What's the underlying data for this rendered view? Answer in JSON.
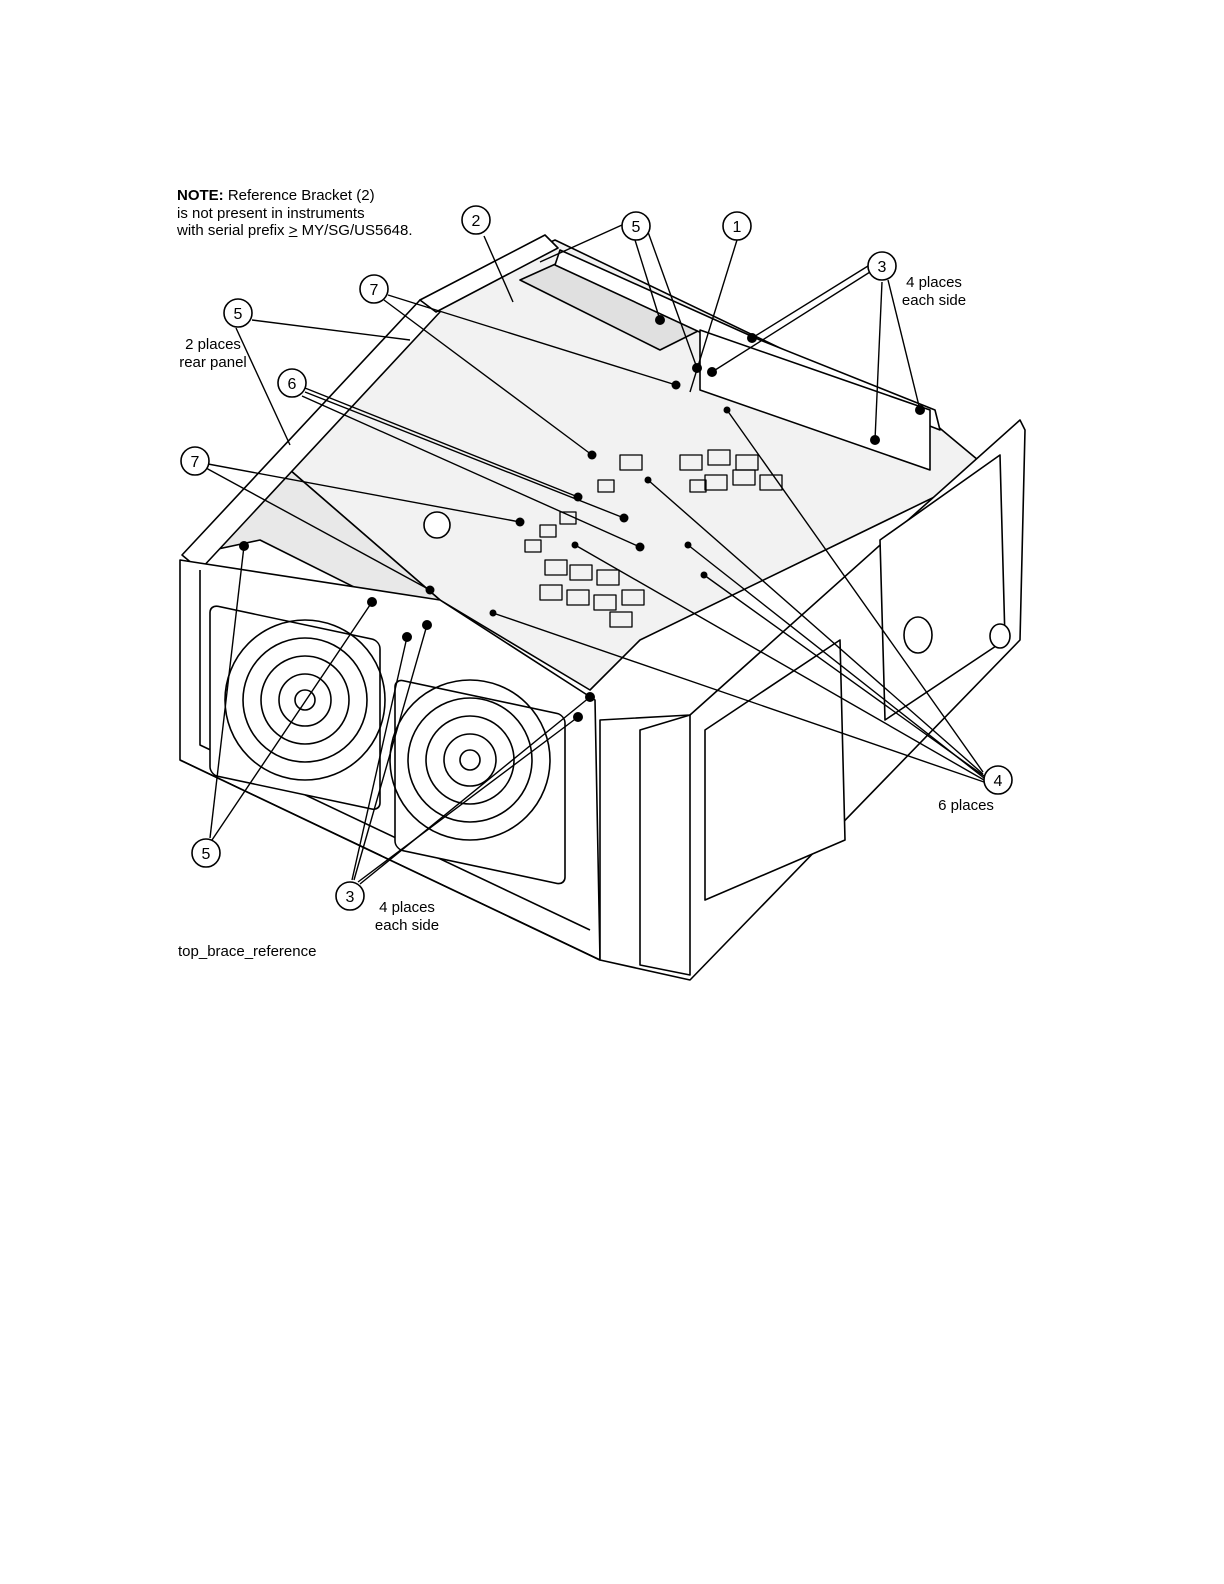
{
  "note": {
    "label": "NOTE:",
    "line1_rest": " Reference Bracket (2)",
    "line2": "is not present in instruments",
    "line3_prefix": "with serial prefix ",
    "line3_symbol": ">",
    "line3_rest": " MY/SG/US5648."
  },
  "figure_name": "top_brace_reference",
  "callouts": {
    "c1": "1",
    "c2": "2",
    "c3_top": "3",
    "c3_bottom": "3",
    "c4": "4",
    "c5_top": "5",
    "c5_left": "5",
    "c5_bottom": "5",
    "c6": "6",
    "c7_top": "7",
    "c7_left": "7"
  },
  "labels": {
    "places_4_top_1": "4 places",
    "places_4_top_2": "each side",
    "places_2_rear_1": "2 places",
    "places_2_rear_2": "rear panel",
    "places_6": "6 places",
    "places_4_bottom_1": "4 places",
    "places_4_bottom_2": "each side"
  }
}
